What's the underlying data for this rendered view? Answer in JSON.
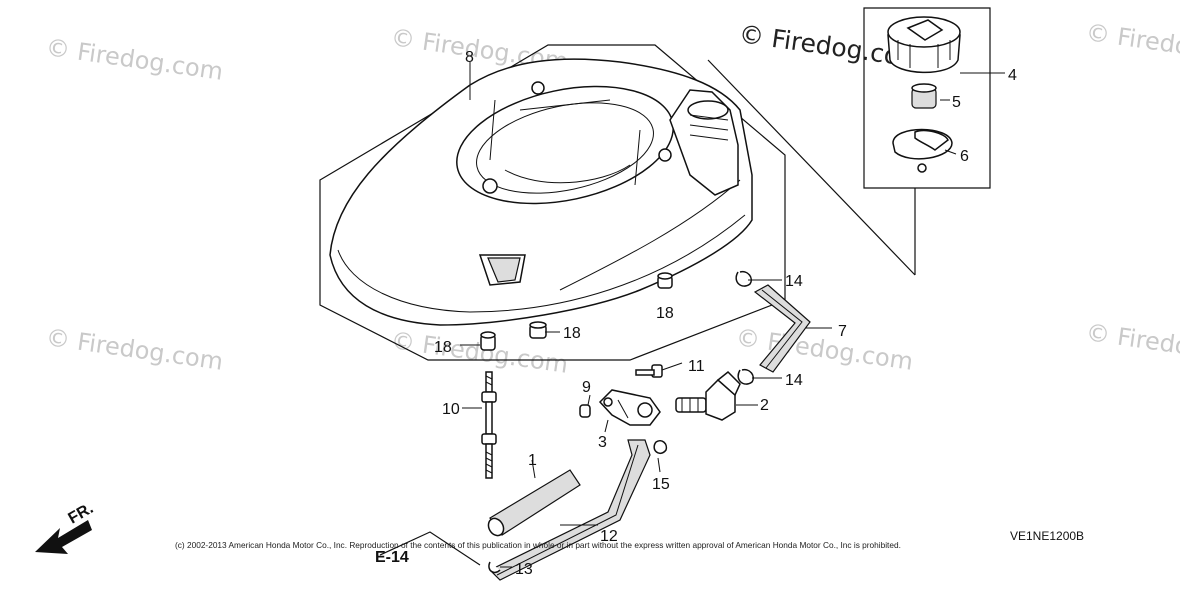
{
  "watermark": {
    "main": "© Firedog.com",
    "faint": "© Firedog.com"
  },
  "callouts": [
    "1",
    "2",
    "3",
    "4",
    "5",
    "6",
    "7",
    "8",
    "9",
    "10",
    "11",
    "12",
    "13",
    "14",
    "14",
    "15",
    "18",
    "18",
    "18"
  ],
  "reference_page": "E-14",
  "direction_label": "FR.",
  "copyright": "(c) 2002-2013 American Honda Motor Co., Inc. Reproduction of the contents of this publication in whole or in part without the express written approval of American Honda Motor Co., Inc is prohibited.",
  "diagram_code": "VE1NE1200B"
}
